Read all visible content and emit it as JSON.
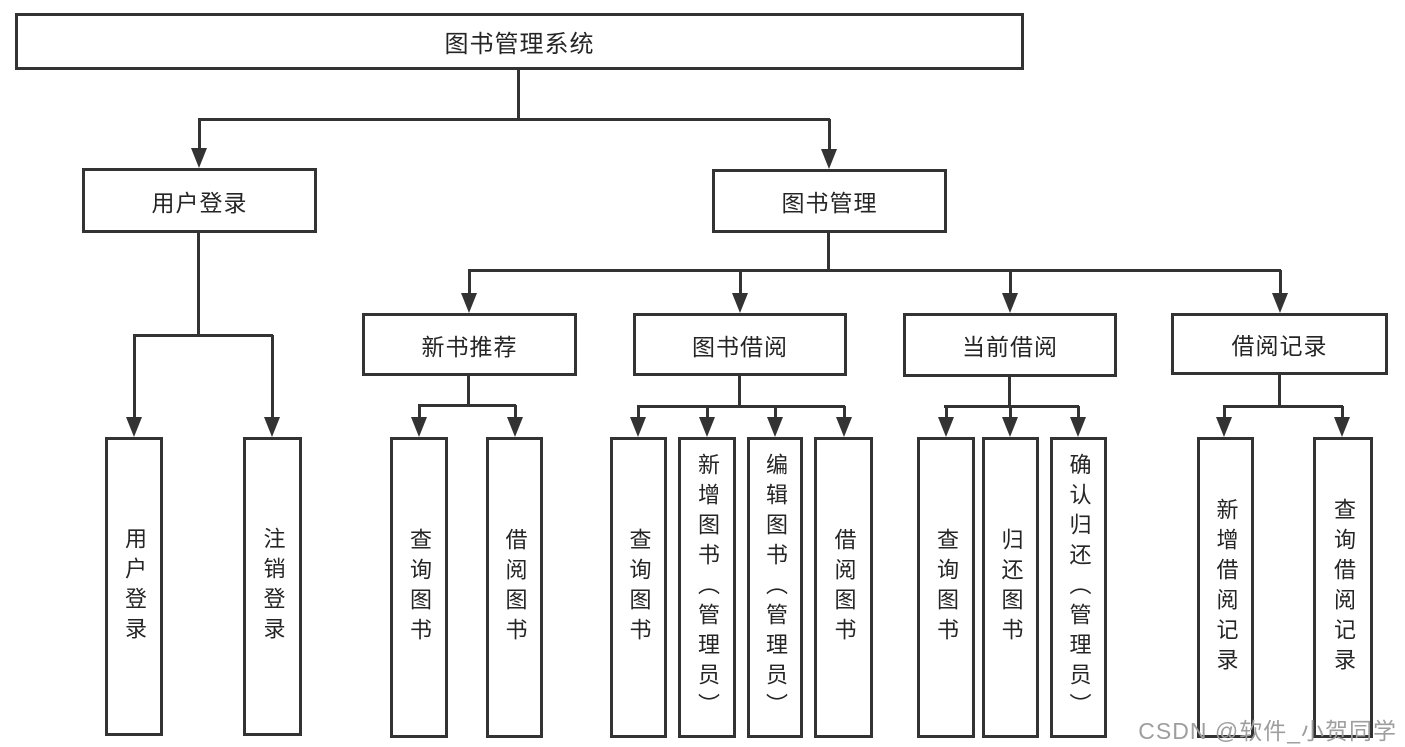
{
  "root": {
    "label": "图书管理系统"
  },
  "level2": [
    {
      "label": "用户登录"
    },
    {
      "label": "图书管理"
    }
  ],
  "level3": [
    {
      "label": "新书推荐"
    },
    {
      "label": "图书借阅"
    },
    {
      "label": "当前借阅"
    },
    {
      "label": "借阅记录"
    }
  ],
  "leaves": {
    "user_login": [
      {
        "label": "用户登录"
      },
      {
        "label": "注销登录"
      }
    ],
    "new_book_rec": [
      {
        "label": "查询图书"
      },
      {
        "label": "借阅图书"
      }
    ],
    "book_borrow": [
      {
        "label": "查询图书"
      },
      {
        "label": "新增图书（管理员）"
      },
      {
        "label": "编辑图书（管理员）"
      },
      {
        "label": "借阅图书"
      }
    ],
    "current_borrow": [
      {
        "label": "查询图书"
      },
      {
        "label": "归还图书"
      },
      {
        "label": "确认归还（管理员）"
      }
    ],
    "borrow_records": [
      {
        "label": "新增借阅记录"
      },
      {
        "label": "查询借阅记录"
      }
    ]
  },
  "watermark": {
    "text": "CSDN @软件_小贺同学",
    "color": "#9e9e9e"
  },
  "colors": {
    "line": "#333333",
    "text": "#252525",
    "background": "#ffffff"
  }
}
